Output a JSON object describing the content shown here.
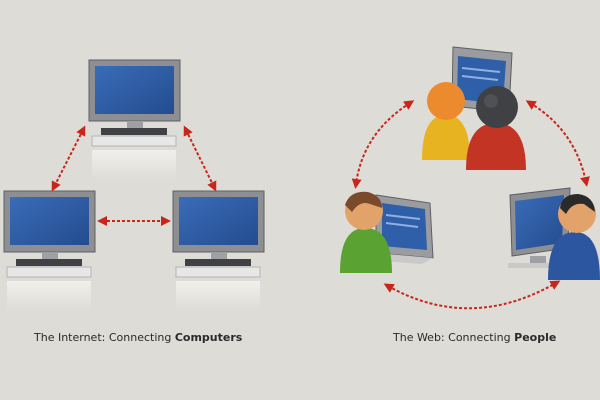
{
  "captions": {
    "internet": {
      "prefix": "The Internet: Connecting ",
      "emphasis": "Computers"
    },
    "web": {
      "prefix": "The Web: Connecting ",
      "emphasis": "People"
    }
  },
  "colors": {
    "background": "#dedcd6",
    "arrow": "#c8261c",
    "screen": "#2f5fa8",
    "person_orange": "#ec8a2e",
    "person_yellow": "#e8b320",
    "person_red": "#c33424",
    "person_green": "#5aa232",
    "person_blue": "#2d56a0"
  },
  "icons": [
    "computer-icon",
    "person-icon",
    "bidirectional-arrow-icon"
  ]
}
